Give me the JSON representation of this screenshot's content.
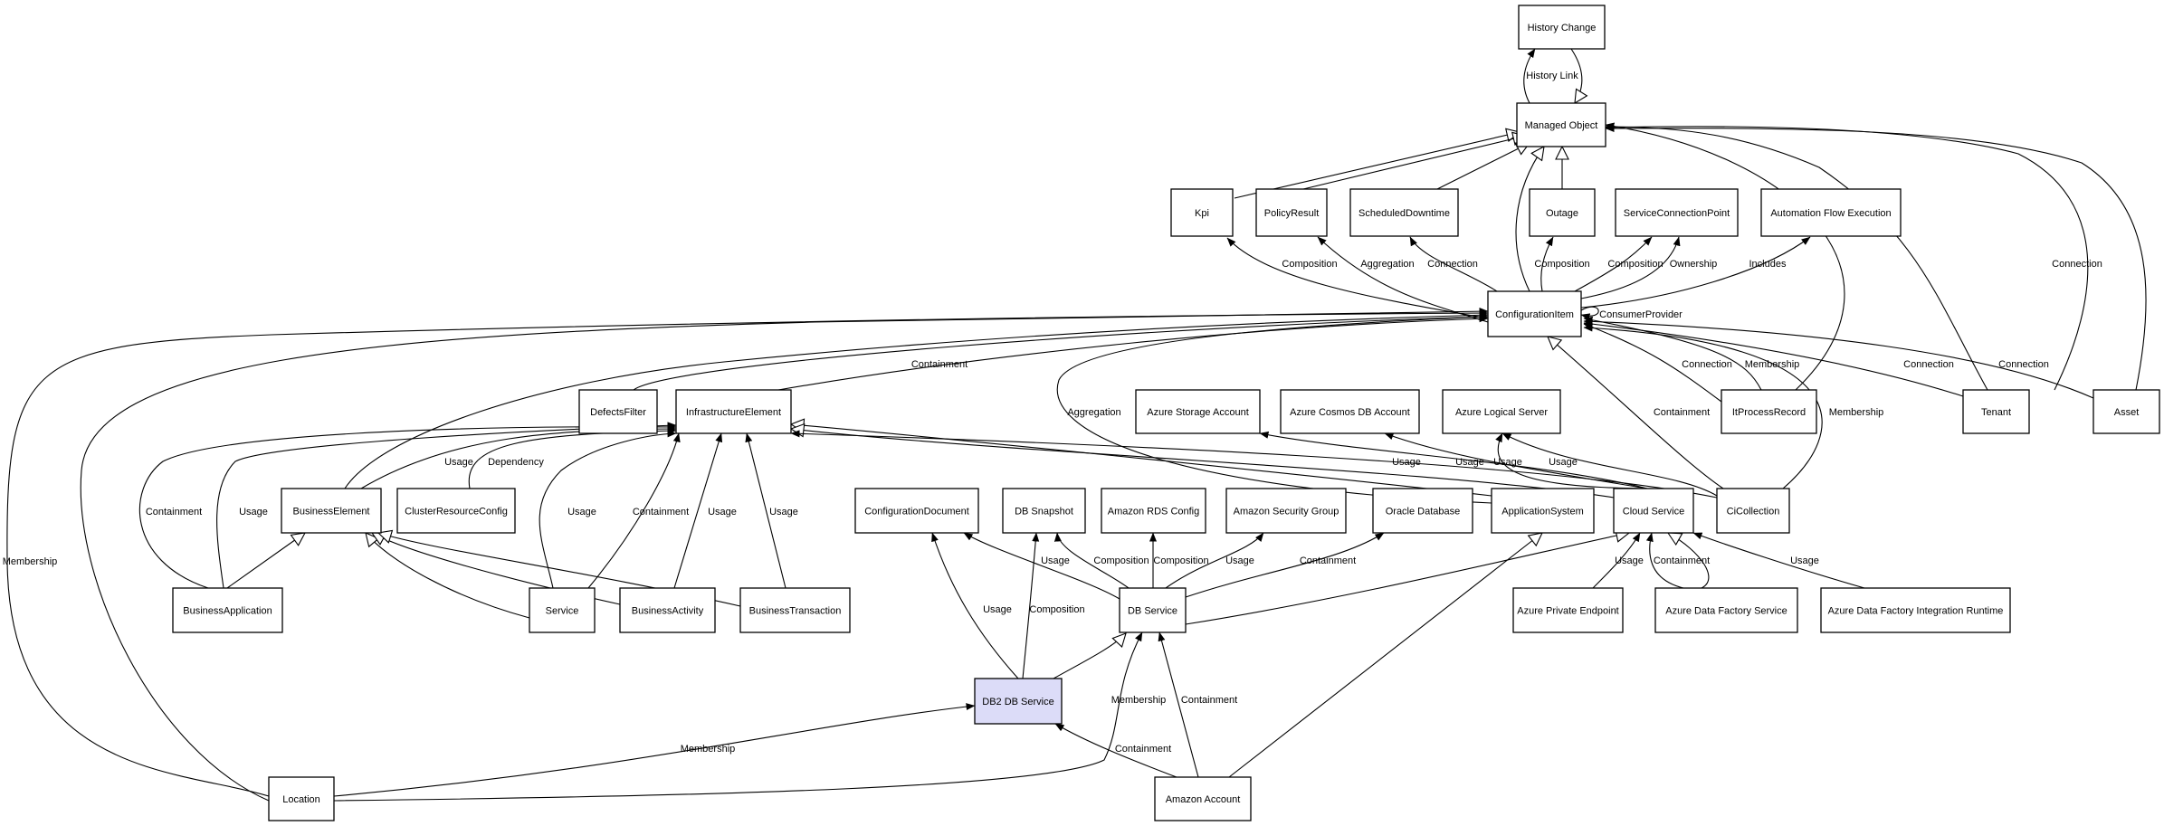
{
  "diagram": {
    "nodes": [
      {
        "id": "history-change",
        "label": "History Change"
      },
      {
        "id": "managed-object",
        "label": "Managed Object"
      },
      {
        "id": "kpi",
        "label": "Kpi"
      },
      {
        "id": "policy-result",
        "label": "PolicyResult"
      },
      {
        "id": "scheduled-downtime",
        "label": "ScheduledDowntime"
      },
      {
        "id": "outage",
        "label": "Outage"
      },
      {
        "id": "service-connection-point",
        "label": "ServiceConnectionPoint"
      },
      {
        "id": "automation-flow-execution",
        "label": "Automation Flow Execution"
      },
      {
        "id": "configuration-item",
        "label": "ConfigurationItem"
      },
      {
        "id": "defects-filter",
        "label": "DefectsFilter"
      },
      {
        "id": "infrastructure-element",
        "label": "InfrastructureElement"
      },
      {
        "id": "azure-storage-account",
        "label": "Azure Storage Account"
      },
      {
        "id": "azure-cosmos-db-account",
        "label": "Azure Cosmos DB Account"
      },
      {
        "id": "azure-logical-server",
        "label": "Azure Logical Server"
      },
      {
        "id": "it-process-record",
        "label": "ItProcessRecord"
      },
      {
        "id": "tenant",
        "label": "Tenant"
      },
      {
        "id": "asset",
        "label": "Asset"
      },
      {
        "id": "business-element",
        "label": "BusinessElement"
      },
      {
        "id": "cluster-resource-config",
        "label": "ClusterResourceConfig"
      },
      {
        "id": "configuration-document",
        "label": "ConfigurationDocument"
      },
      {
        "id": "db-snapshot",
        "label": "DB Snapshot"
      },
      {
        "id": "amazon-rds-config",
        "label": "Amazon RDS Config"
      },
      {
        "id": "amazon-security-group",
        "label": "Amazon Security Group"
      },
      {
        "id": "oracle-database",
        "label": "Oracle Database"
      },
      {
        "id": "application-system",
        "label": "ApplicationSystem"
      },
      {
        "id": "cloud-service",
        "label": "Cloud Service"
      },
      {
        "id": "ci-collection",
        "label": "CiCollection"
      },
      {
        "id": "business-application",
        "label": "BusinessApplication"
      },
      {
        "id": "service",
        "label": "Service"
      },
      {
        "id": "business-activity",
        "label": "BusinessActivity"
      },
      {
        "id": "business-transaction",
        "label": "BusinessTransaction"
      },
      {
        "id": "db-service",
        "label": "DB Service"
      },
      {
        "id": "azure-private-endpoint",
        "label": "Azure Private Endpoint"
      },
      {
        "id": "azure-data-factory-service",
        "label": "Azure Data Factory Service"
      },
      {
        "id": "azure-data-factory-integration-runtime",
        "label": "Azure Data Factory Integration Runtime"
      },
      {
        "id": "db2-db-service",
        "label": "DB2 DB Service",
        "focus": true
      },
      {
        "id": "location",
        "label": "Location"
      },
      {
        "id": "amazon-account",
        "label": "Amazon Account"
      }
    ],
    "edges": [
      {
        "id": "e01",
        "from": "managed-object",
        "to": "history-change",
        "label": "History Link",
        "arrow": "filled"
      },
      {
        "id": "e02",
        "from": "history-change",
        "to": "managed-object",
        "label": "",
        "arrow": "hollow"
      },
      {
        "id": "e03",
        "from": "kpi",
        "to": "managed-object",
        "label": "",
        "arrow": "hollow"
      },
      {
        "id": "e04",
        "from": "policy-result",
        "to": "managed-object",
        "label": "",
        "arrow": "hollow"
      },
      {
        "id": "e05",
        "from": "scheduled-downtime",
        "to": "managed-object",
        "label": "",
        "arrow": "hollow"
      },
      {
        "id": "e06",
        "from": "outage",
        "to": "managed-object",
        "label": "",
        "arrow": "hollow"
      },
      {
        "id": "e07",
        "from": "configuration-item",
        "to": "managed-object",
        "label": "",
        "arrow": "hollow"
      },
      {
        "id": "e08",
        "from": "it-process-record",
        "to": "managed-object",
        "label": "",
        "arrow": "filled"
      },
      {
        "id": "e09",
        "from": "tenant",
        "to": "managed-object",
        "label": "",
        "arrow": "filled"
      },
      {
        "id": "e10",
        "from": "tenant",
        "to": "managed-object",
        "label": "Connection",
        "arrow": "filled"
      },
      {
        "id": "e11",
        "from": "asset",
        "to": "managed-object",
        "label": "",
        "arrow": "filled"
      },
      {
        "id": "e12",
        "from": "configuration-item",
        "to": "kpi",
        "label": "Composition",
        "arrow": "filled"
      },
      {
        "id": "e13",
        "from": "configuration-item",
        "to": "policy-result",
        "label": "Aggregation",
        "arrow": "filled"
      },
      {
        "id": "e14",
        "from": "configuration-item",
        "to": "scheduled-downtime",
        "label": "Connection",
        "arrow": "filled"
      },
      {
        "id": "e15",
        "from": "configuration-item",
        "to": "outage",
        "label": "Composition",
        "arrow": "filled"
      },
      {
        "id": "e16",
        "from": "configuration-item",
        "to": "service-connection-point",
        "label": "Composition",
        "arrow": "filled"
      },
      {
        "id": "e17",
        "from": "configuration-item",
        "to": "service-connection-point",
        "label": "Ownership",
        "arrow": "filled"
      },
      {
        "id": "e18",
        "from": "configuration-item",
        "to": "automation-flow-execution",
        "label": "Includes",
        "arrow": "filled"
      },
      {
        "id": "e19",
        "from": "configuration-item",
        "to": "configuration-item",
        "label": "ConsumerProvider",
        "arrow": "filled"
      },
      {
        "id": "e20",
        "from": "defects-filter",
        "to": "configuration-item",
        "label": "",
        "arrow": "filled"
      },
      {
        "id": "e21",
        "from": "infrastructure-element",
        "to": "configuration-item",
        "label": "Containment",
        "arrow": "filled"
      },
      {
        "id": "e22",
        "from": "business-element",
        "to": "configuration-item",
        "label": "",
        "arrow": "filled"
      },
      {
        "id": "e23",
        "from": "application-system",
        "to": "configuration-item",
        "label": "Aggregation",
        "arrow": "filled"
      },
      {
        "id": "e24",
        "from": "it-process-record",
        "to": "configuration-item",
        "label": "Connection",
        "arrow": "filled"
      },
      {
        "id": "e25",
        "from": "it-process-record",
        "to": "configuration-item",
        "label": "Membership",
        "arrow": "filled"
      },
      {
        "id": "e26",
        "from": "tenant",
        "to": "configuration-item",
        "label": "Connection",
        "arrow": "filled"
      },
      {
        "id": "e27",
        "from": "asset",
        "to": "configuration-item",
        "label": "Connection",
        "arrow": "filled"
      },
      {
        "id": "e28",
        "from": "ci-collection",
        "to": "configuration-item",
        "label": "Containment",
        "arrow": "hollow"
      },
      {
        "id": "e29",
        "from": "ci-collection",
        "to": "configuration-item",
        "label": "Membership",
        "arrow": "filled"
      },
      {
        "id": "e30",
        "from": "location",
        "to": "configuration-item",
        "label": "Membership",
        "arrow": "filled"
      },
      {
        "id": "e31",
        "from": "location",
        "to": "configuration-item",
        "label": "",
        "arrow": "filled"
      },
      {
        "id": "e32",
        "from": "business-element",
        "to": "infrastructure-element",
        "label": "Usage",
        "arrow": "filled"
      },
      {
        "id": "e33",
        "from": "cluster-resource-config",
        "to": "infrastructure-element",
        "label": "Dependency",
        "arrow": "filled"
      },
      {
        "id": "e34",
        "from": "business-application",
        "to": "infrastructure-element",
        "label": "Containment",
        "arrow": "filled"
      },
      {
        "id": "e35",
        "from": "business-application",
        "to": "infrastructure-element",
        "label": "Usage",
        "arrow": "filled"
      },
      {
        "id": "e36",
        "from": "service",
        "to": "infrastructure-element",
        "label": "Usage",
        "arrow": "filled"
      },
      {
        "id": "e37",
        "from": "service",
        "to": "infrastructure-element",
        "label": "Containment",
        "arrow": "filled"
      },
      {
        "id": "e38",
        "from": "business-activity",
        "to": "infrastructure-element",
        "label": "Usage",
        "arrow": "filled"
      },
      {
        "id": "e39",
        "from": "business-transaction",
        "to": "infrastructure-element",
        "label": "Usage",
        "arrow": "filled"
      },
      {
        "id": "e40",
        "from": "application-system",
        "to": "infrastructure-element",
        "label": "",
        "arrow": "hollow"
      },
      {
        "id": "e41",
        "from": "cloud-service",
        "to": "infrastructure-element",
        "label": "",
        "arrow": "hollow"
      },
      {
        "id": "e42",
        "from": "ci-collection",
        "to": "infrastructure-element",
        "label": "",
        "arrow": "filled"
      },
      {
        "id": "e43",
        "from": "cloud-service",
        "to": "azure-storage-account",
        "label": "Usage",
        "arrow": "filled"
      },
      {
        "id": "e44",
        "from": "cloud-service",
        "to": "azure-cosmos-db-account",
        "label": "Usage",
        "arrow": "filled"
      },
      {
        "id": "e45",
        "from": "cloud-service",
        "to": "azure-logical-server",
        "label": "Usage",
        "arrow": "filled"
      },
      {
        "id": "e46",
        "from": "ci-collection",
        "to": "azure-logical-server",
        "label": "Usage",
        "arrow": "filled"
      },
      {
        "id": "e47",
        "from": "business-application",
        "to": "business-element",
        "label": "",
        "arrow": "hollow"
      },
      {
        "id": "e48",
        "from": "service",
        "to": "business-element",
        "label": "",
        "arrow": "hollow"
      },
      {
        "id": "e49",
        "from": "business-activity",
        "to": "business-element",
        "label": "",
        "arrow": "hollow"
      },
      {
        "id": "e50",
        "from": "business-transaction",
        "to": "business-element",
        "label": "",
        "arrow": "hollow"
      },
      {
        "id": "e51",
        "from": "db-service",
        "to": "configuration-document",
        "label": "Usage",
        "arrow": "filled"
      },
      {
        "id": "e52",
        "from": "db-service",
        "to": "db-snapshot",
        "label": "Composition",
        "arrow": "filled"
      },
      {
        "id": "e53",
        "from": "db-service",
        "to": "amazon-rds-config",
        "label": "Composition",
        "arrow": "filled"
      },
      {
        "id": "e54",
        "from": "db-service",
        "to": "amazon-security-group",
        "label": "Usage",
        "arrow": "filled"
      },
      {
        "id": "e55",
        "from": "db-service",
        "to": "oracle-database",
        "label": "Containment",
        "arrow": "filled"
      },
      {
        "id": "e56",
        "from": "db-service",
        "to": "cloud-service",
        "label": "",
        "arrow": "hollow"
      },
      {
        "id": "e57",
        "from": "db2-db-service",
        "to": "configuration-document",
        "label": "Usage",
        "arrow": "filled"
      },
      {
        "id": "e58",
        "from": "db2-db-service",
        "to": "db-snapshot",
        "label": "Composition",
        "arrow": "filled"
      },
      {
        "id": "e59",
        "from": "db2-db-service",
        "to": "db-service",
        "label": "",
        "arrow": "hollow"
      },
      {
        "id": "e60",
        "from": "azure-private-endpoint",
        "to": "cloud-service",
        "label": "Usage",
        "arrow": "filled"
      },
      {
        "id": "e61",
        "from": "azure-data-factory-service",
        "to": "cloud-service",
        "label": "Containment",
        "arrow": "filled"
      },
      {
        "id": "e62",
        "from": "azure-data-factory-service",
        "to": "cloud-service",
        "label": "",
        "arrow": "hollow"
      },
      {
        "id": "e63",
        "from": "azure-data-factory-integration-runtime",
        "to": "cloud-service",
        "label": "Usage",
        "arrow": "filled"
      },
      {
        "id": "e64",
        "from": "amazon-account",
        "to": "application-system",
        "label": "",
        "arrow": "hollow"
      },
      {
        "id": "e65",
        "from": "amazon-account",
        "to": "db-service",
        "label": "Containment",
        "arrow": "filled"
      },
      {
        "id": "e66",
        "from": "amazon-account",
        "to": "db2-db-service",
        "label": "Containment",
        "arrow": "filled"
      },
      {
        "id": "e67",
        "from": "location",
        "to": "db2-db-service",
        "label": "Membership",
        "arrow": "filled"
      },
      {
        "id": "e68",
        "from": "location",
        "to": "db-service",
        "label": "Membership",
        "arrow": "filled"
      }
    ]
  }
}
